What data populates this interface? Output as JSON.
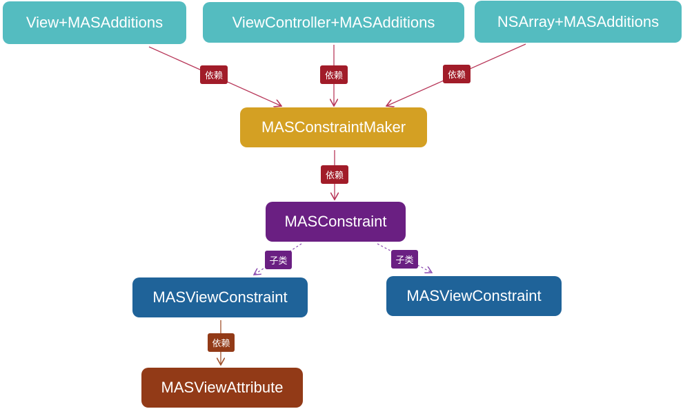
{
  "diagram": {
    "colors": {
      "addition": "#54bcc0",
      "maker": "#d4a023",
      "constraint": "#6a1f82",
      "view_constraint": "#1f6399",
      "attribute": "#923a17",
      "dep_tag": "#a11c29",
      "dep_edge": "#b8385a",
      "subclass_tag": "#6a1f82",
      "subclass_edge": "#8a4bb0",
      "attr_edge": "#a0522d"
    },
    "nodes": {
      "view_additions": "View+MASAdditions",
      "viewcontroller_additions": "ViewController+MASAdditions",
      "nsarray_additions": "NSArray+MASAdditions",
      "constraint_maker": "MASConstraintMaker",
      "constraint": "MASConstraint",
      "view_constraint_left": "MASViewConstraint",
      "view_constraint_right": "MASViewConstraint",
      "view_attribute": "MASViewAttribute"
    },
    "edge_labels": {
      "e1": "依赖",
      "e2": "依赖",
      "e3": "依赖",
      "e4": "依赖",
      "e5": "子类",
      "e6": "子类",
      "e7": "依赖"
    },
    "edges": [
      {
        "from": "view_additions",
        "to": "constraint_maker",
        "label": "依赖",
        "type": "dependency"
      },
      {
        "from": "viewcontroller_additions",
        "to": "constraint_maker",
        "label": "依赖",
        "type": "dependency"
      },
      {
        "from": "nsarray_additions",
        "to": "constraint_maker",
        "label": "依赖",
        "type": "dependency"
      },
      {
        "from": "constraint_maker",
        "to": "constraint",
        "label": "依赖",
        "type": "dependency"
      },
      {
        "from": "constraint",
        "to": "view_constraint_left",
        "label": "子类",
        "type": "subclass"
      },
      {
        "from": "constraint",
        "to": "view_constraint_right",
        "label": "子类",
        "type": "subclass"
      },
      {
        "from": "view_constraint_left",
        "to": "view_attribute",
        "label": "依赖",
        "type": "dependency"
      }
    ]
  }
}
